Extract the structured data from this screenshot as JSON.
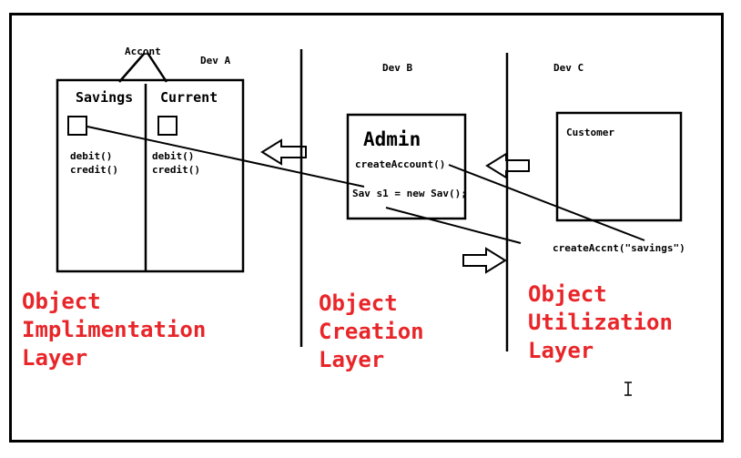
{
  "devs": {
    "a": "Dev A",
    "b": "Dev B",
    "c": "Dev C"
  },
  "account": {
    "title": "Accont",
    "savings": "Savings",
    "current": "Current",
    "methods_left": [
      "debit()",
      "credit()"
    ],
    "methods_right": [
      "debit()",
      "credit()"
    ]
  },
  "admin": {
    "title": "Admin",
    "method": "createAccount()",
    "code": "Sav s1 = new Sav();"
  },
  "customer": {
    "title": "Customer",
    "call": "createAccnt(\"savings\")"
  },
  "layers": {
    "implementation": [
      "Object",
      "Implimentation",
      "Layer"
    ],
    "creation": [
      "Object",
      "Creation",
      "Layer"
    ],
    "utilization": [
      "Object",
      "Utilization",
      "Layer"
    ]
  },
  "colors": {
    "label_red": "#e8262a",
    "stroke": "#000000"
  },
  "icons": {
    "cursor": "text-cursor-icon"
  }
}
